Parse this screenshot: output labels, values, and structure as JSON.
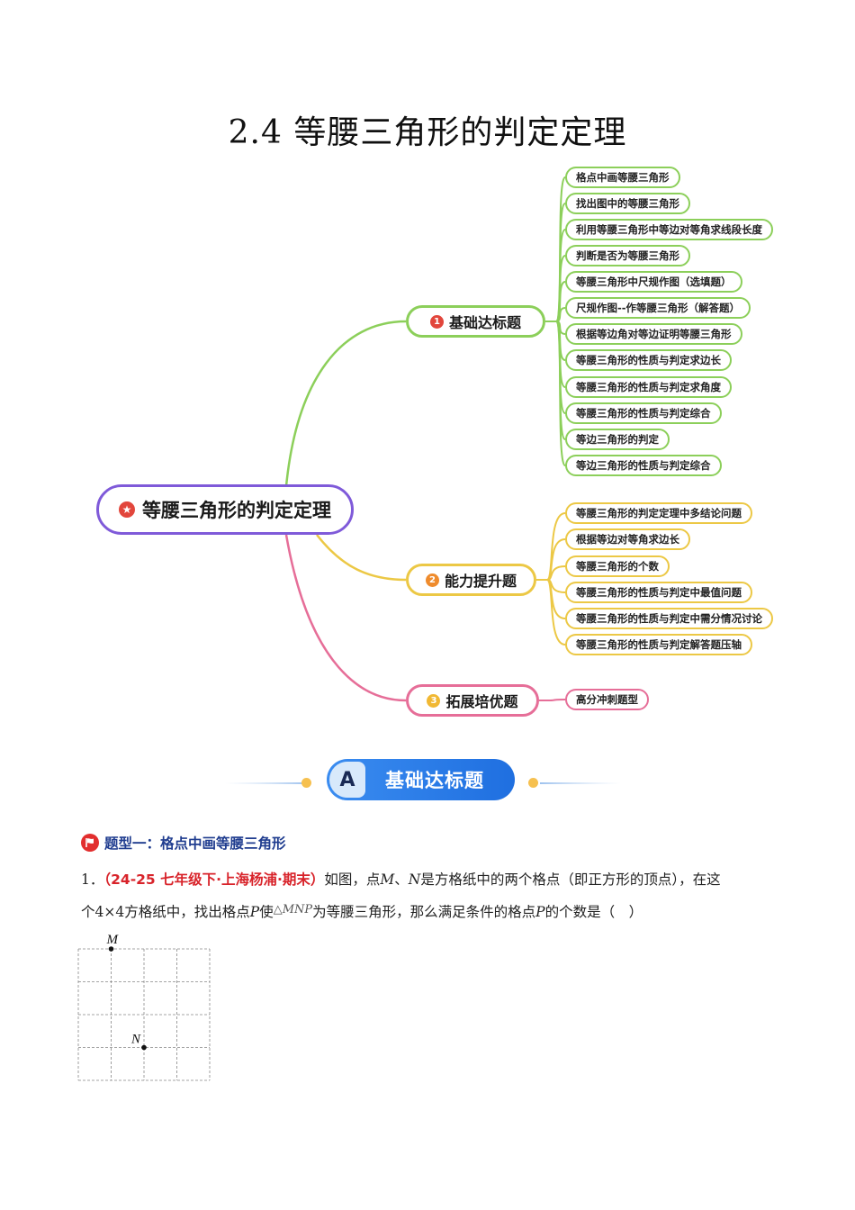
{
  "title": "2.4  等腰三角形的判定定理",
  "mindmap": {
    "root": {
      "label": "等腰三角形的判定定理",
      "icon": "star-badge-icon"
    },
    "branches": [
      {
        "num": "1",
        "label": "基础达标题",
        "color": "#8ccf5a",
        "items": [
          "格点中画等腰三角形",
          "找出图中的等腰三角形",
          "利用等腰三角形中等边对等角求线段长度",
          "判断是否为等腰三角形",
          "等腰三角形中尺规作图（选填题）",
          "尺规作图--作等腰三角形（解答题）",
          "根据等边角对等边证明等腰三角形",
          "等腰三角形的性质与判定求边长",
          "等腰三角形的性质与判定求角度",
          "等腰三角形的性质与判定综合",
          "等边三角形的判定",
          "等边三角形的性质与判定综合"
        ]
      },
      {
        "num": "2",
        "label": "能力提升题",
        "color": "#ecc845",
        "items": [
          "等腰三角形的判定定理中多结论问题",
          "根据等边对等角求边长",
          "等腰三角形的个数",
          "等腰三角形的性质与判定中最值问题",
          "等腰三角形的性质与判定中需分情况讨论",
          "等腰三角形的性质与判定解答题压轴"
        ]
      },
      {
        "num": "3",
        "label": "拓展培优题",
        "color": "#e66e98",
        "items": [
          "高分冲刺题型"
        ]
      }
    ]
  },
  "banner": {
    "letter": "A",
    "text": "基础达标题"
  },
  "section": {
    "label": "题型一：格点中画等腰三角形"
  },
  "question": {
    "number": "1．",
    "source": "（24-25 七年级下·上海杨浦·期末）",
    "line1_a": "如图，点",
    "var_m": "M",
    "sep": "、",
    "var_n": "N",
    "line1_b": "是方格纸中的两个格点（即正方形的顶点），在这",
    "line2_a": "个",
    "grid_size": "4×4",
    "line2_b": "方格纸中，找出格点",
    "var_p": "P",
    "line2_c": "使",
    "triangle": "△MNP",
    "line2_d": "为等腰三角形，那么满足条件的格点",
    "var_p2": "P",
    "line2_e": "的个数是（　）"
  },
  "figure": {
    "label_m": "M",
    "label_n": "N",
    "rows": 4,
    "cols": 4,
    "m_point": [
      1,
      0
    ],
    "n_point": [
      2,
      3
    ]
  }
}
